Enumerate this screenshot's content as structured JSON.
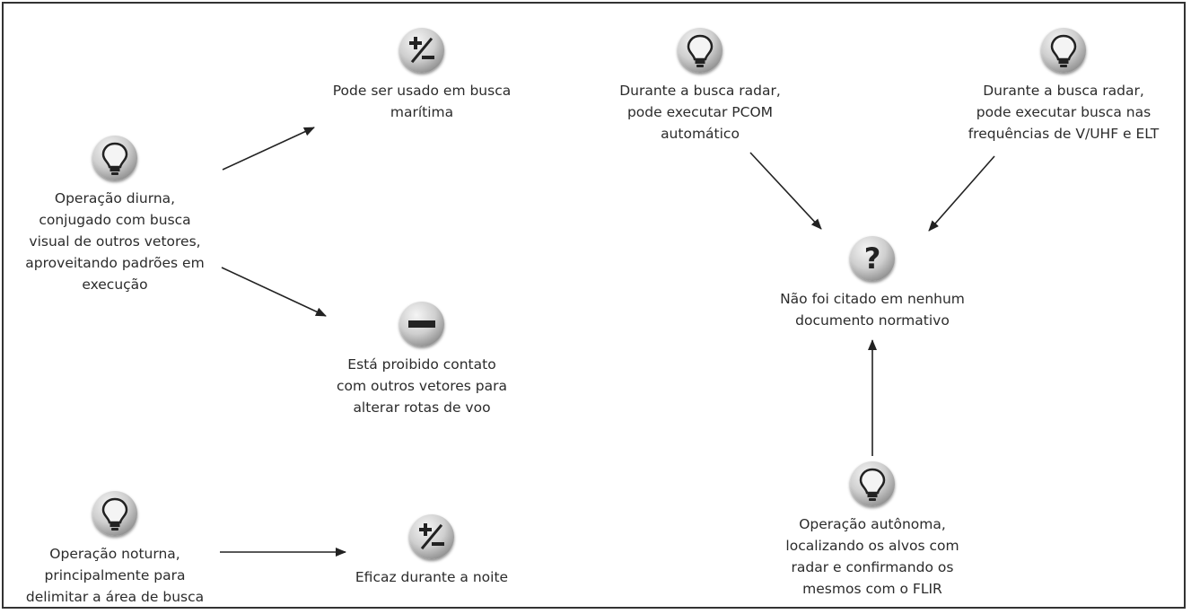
{
  "nodes": [
    {
      "id": "n1",
      "icon": "plus-minus-icon",
      "text": "Pode ser usado em busca\nmarítima"
    },
    {
      "id": "n2",
      "icon": "lightbulb-icon",
      "text": "Durante a busca radar,\npode executar PCOM\nautomático"
    },
    {
      "id": "n3",
      "icon": "lightbulb-icon",
      "text": "Durante a busca radar,\npode executar busca nas\nfrequências de V/UHF e ELT"
    },
    {
      "id": "n4",
      "icon": "lightbulb-icon",
      "text": "Operação diurna,\nconjugado com busca\nvisual de outros vetores,\naproveitando padrões em\nexecução"
    },
    {
      "id": "n5",
      "icon": "question-icon",
      "text": "Não foi citado em nenhum\ndocumento normativo"
    },
    {
      "id": "n6",
      "icon": "minus-icon",
      "text": "Está proibido contato\ncom outros vetores para\nalterar rotas de voo"
    },
    {
      "id": "n7",
      "icon": "lightbulb-icon",
      "text": "Operação noturna,\nprincipalmente para\ndelimitar a área de busca"
    },
    {
      "id": "n8",
      "icon": "plus-minus-icon",
      "text": "Eficaz durante a noite"
    },
    {
      "id": "n9",
      "icon": "lightbulb-icon",
      "text": "Operação autônoma,\nlocalizando os alvos com\nradar e confirmando os\nmesmos com o FLIR"
    }
  ],
  "edges": [
    {
      "from": "n4",
      "to": "n1"
    },
    {
      "from": "n4",
      "to": "n6"
    },
    {
      "from": "n2",
      "to": "n5"
    },
    {
      "from": "n3",
      "to": "n5"
    },
    {
      "from": "n9",
      "to": "n5"
    },
    {
      "from": "n7",
      "to": "n8"
    }
  ]
}
